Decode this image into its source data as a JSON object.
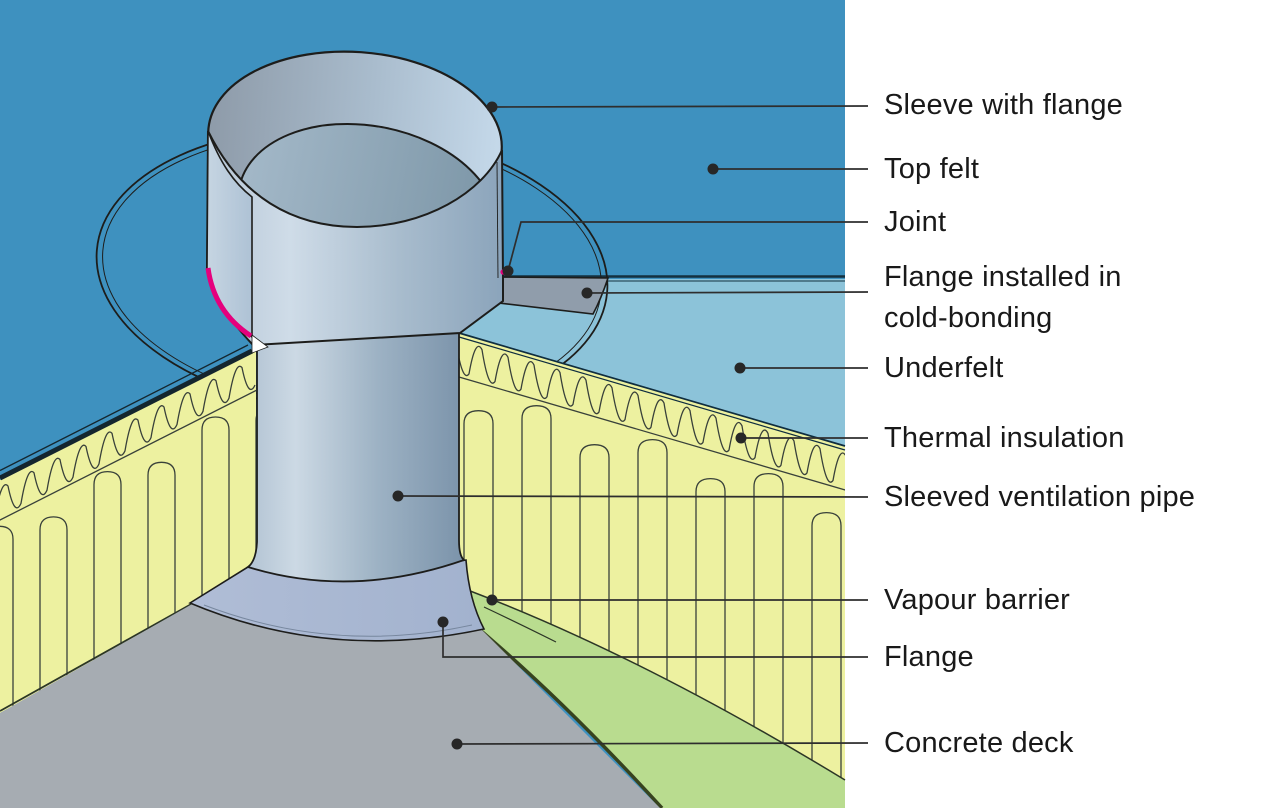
{
  "labels": [
    {
      "id": "sleeve-with-flange",
      "text": "Sleeve with flange"
    },
    {
      "id": "top-felt",
      "text": "Top felt"
    },
    {
      "id": "joint",
      "text": "Joint"
    },
    {
      "id": "flange-cold-bonding",
      "text": "Flange installed in\ncold-bonding"
    },
    {
      "id": "underfelt",
      "text": "Underfelt"
    },
    {
      "id": "thermal-insulation",
      "text": "Thermal insulation"
    },
    {
      "id": "sleeved-ventilation-pipe",
      "text": "Sleeved ventilation pipe"
    },
    {
      "id": "vapour-barrier",
      "text": "Vapour barrier"
    },
    {
      "id": "flange",
      "text": "Flange"
    },
    {
      "id": "concrete-deck",
      "text": "Concrete deck"
    }
  ],
  "colors": {
    "top_felt": "#3e91bf",
    "underfelt": "#8cc3d9",
    "insulation": "#edf1a0",
    "vapour_barrier": "#b9dc8f",
    "concrete": "#a6acb2",
    "flange_plate_grey": "#909dab",
    "base_flange": "#a9b8d2",
    "cold_bonding_magenta": "#e5007d",
    "outline": "#1d1d1b",
    "label_text": "#191919"
  }
}
